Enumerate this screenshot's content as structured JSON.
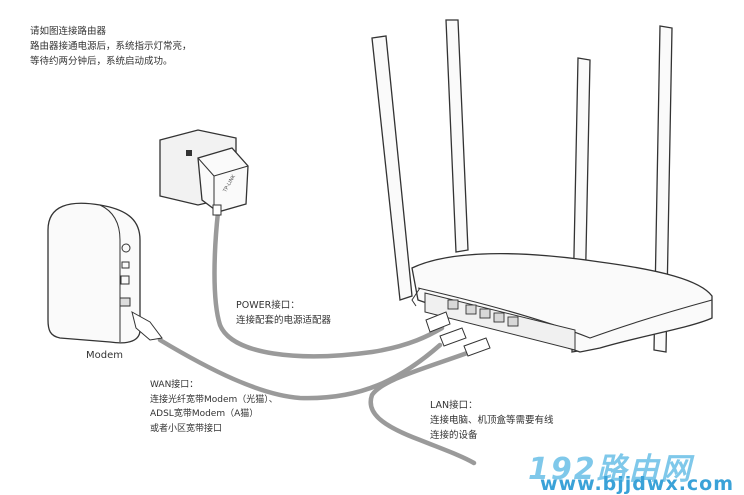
{
  "intro": {
    "line1": "请如图连接路由器",
    "line2": "路由器接通电源后，系统指示灯常亮，",
    "line3": "等待约两分钟后，系统启动成功。"
  },
  "power": {
    "line1": "POWER接口：",
    "line2": "连接配套的电源适配器"
  },
  "wan": {
    "line1": "WAN接口：",
    "line2": "连接光纤宽带Modem（光猫）、",
    "line3": "ADSL宽带Modem（A猫）",
    "line4": "或者小区宽带接口"
  },
  "lan": {
    "line1": "LAN接口：",
    "line2": "连接电脑、机顶盒等需要有线",
    "line3": "连接的设备"
  },
  "modem": {
    "label": "Modem"
  },
  "adapter": {
    "brand": "TP-LINK"
  },
  "watermark": {
    "top": "192路由网",
    "bottom": "www.bjjdwx.com"
  }
}
